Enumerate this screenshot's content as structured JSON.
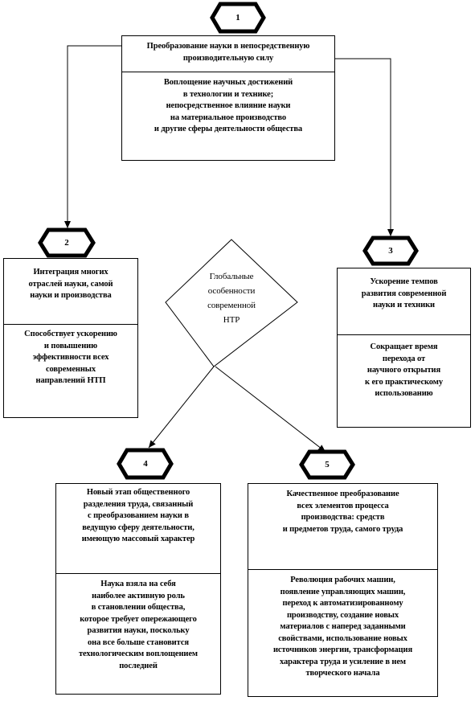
{
  "nodes": [
    {
      "id": "1",
      "title": "Преобразование науки в непосредственную\nпроизводительную силу",
      "body": "Воплощение научных достижений\nв технологии и технике;\nнепосредственное влияние науки\nна материальное производство\nи другие сферы деятельности общества"
    },
    {
      "id": "2",
      "title": "Интеграция многих\nотраслей науки, самой\nнауки и производства",
      "body": "Способствует ускорению\nи повышению\nэффективности всех\nсовременных\nнаправлений НТП"
    },
    {
      "id": "3",
      "title": "Ускорение темпов\nразвития современной\nнауки и техники",
      "body": "Сокращает время\nперехода от\nнаучного открытия\nк его практическому\nиспользованию"
    },
    {
      "id": "4",
      "title": "Новый этап общественного\nразделения труда, связанный\nс преобразованием науки в\nведущую сферу деятельности,\nимеющую массовый характер",
      "body": "Наука взяла на себя\nнаиболее активную роль\nв становлении общества,\nкоторое требует опережающего\nразвития науки, поскольку\nона все больше становится\nтехнологическим воплощением\nпоследней"
    },
    {
      "id": "5",
      "title": "Качественное преобразование\nвсех элементов процесса\nпроизводства: средств\nи предметов труда, самого труда",
      "body": "Революция рабочих машин,\nпоявление управляющих машин,\nпереход к автоматизированному\nпроизводству, создание новых\nматериалов с наперед заданными\nсвойствами, использование новых\nисточников энергии, трансформация\nхарактера труда и усиление в нем\nтворческого начала"
    }
  ],
  "center": {
    "label": "Глобальные\nособенности\nсовременной\nНТР"
  }
}
